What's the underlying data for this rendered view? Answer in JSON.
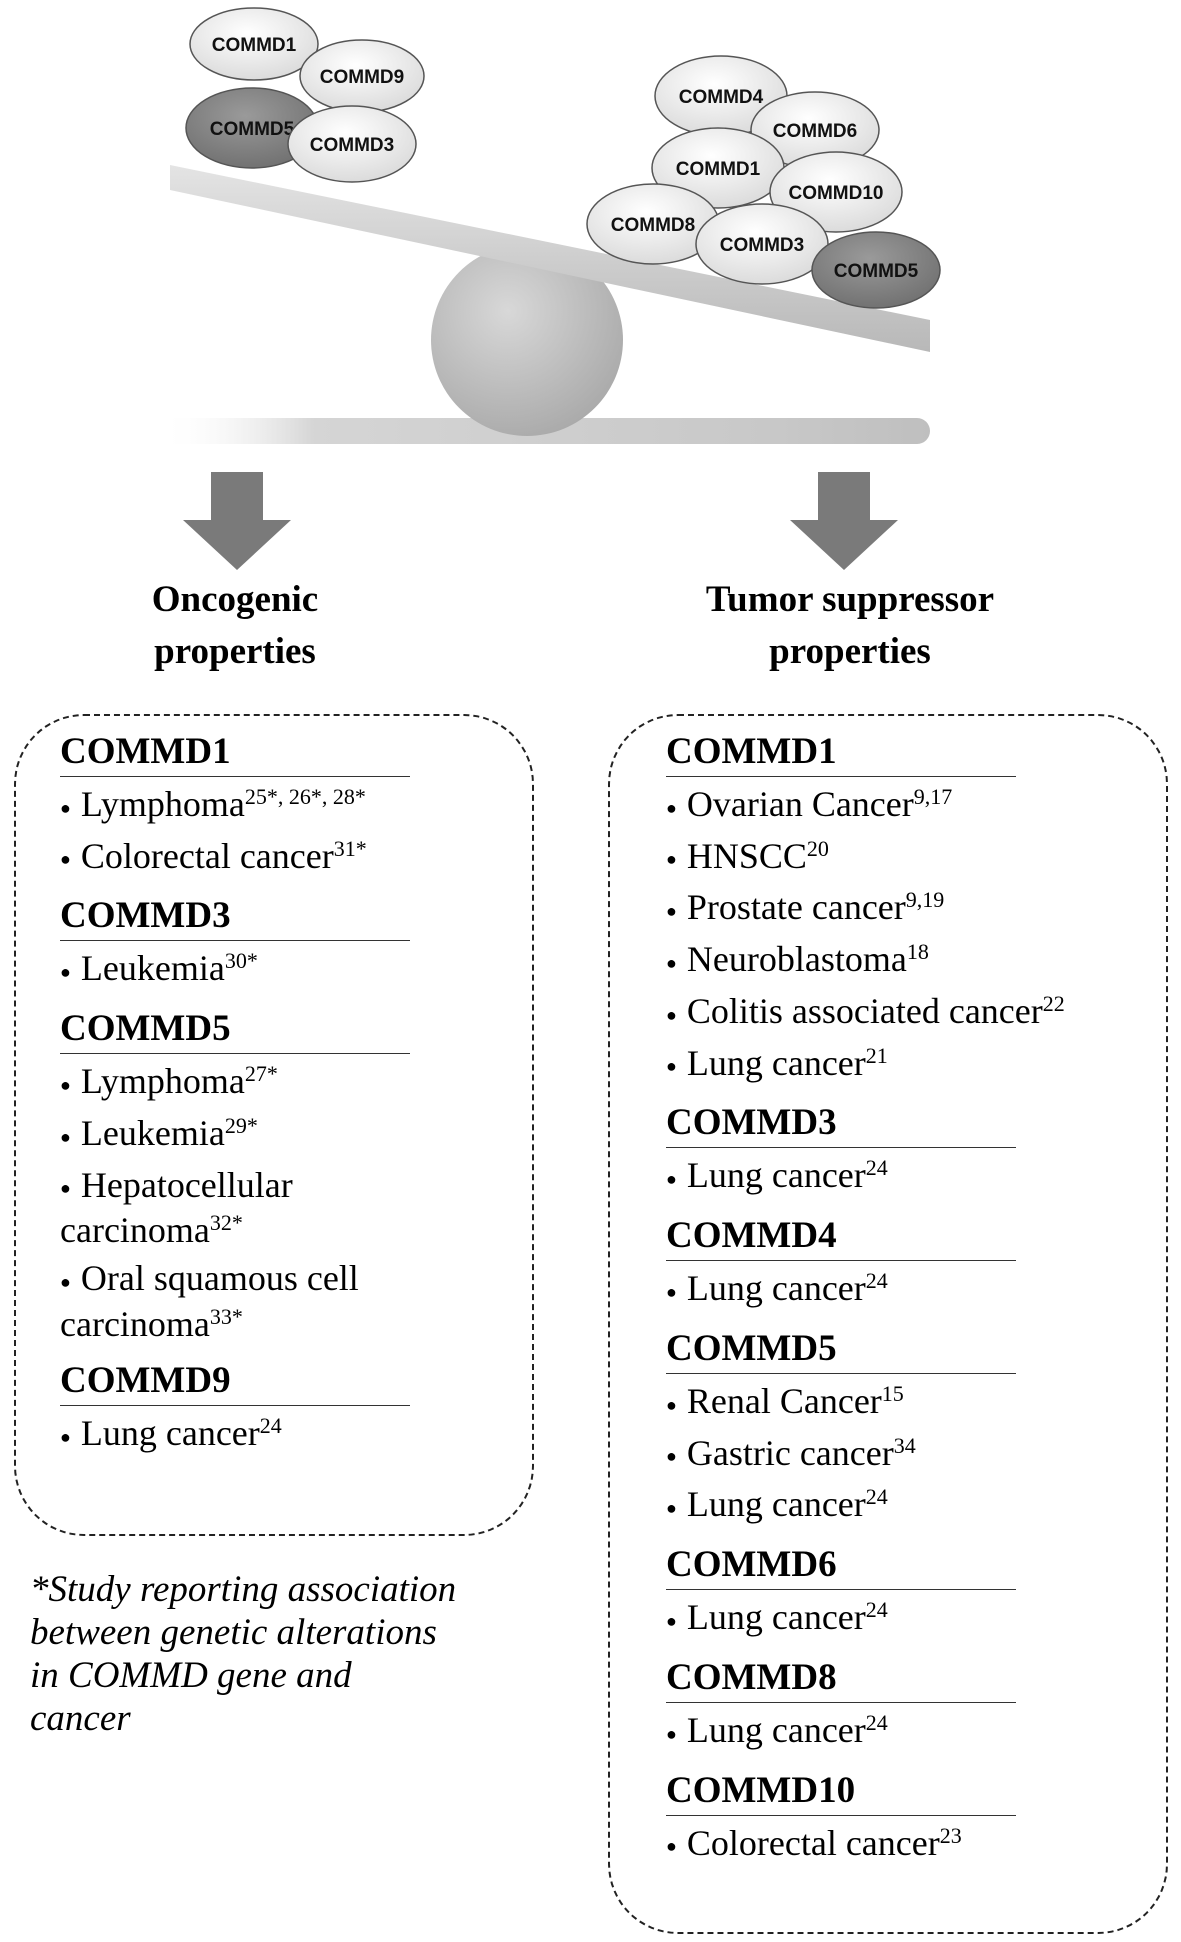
{
  "scale": {
    "left_bubbles": [
      {
        "label": "COMMD1",
        "shade": "light"
      },
      {
        "label": "COMMD9",
        "shade": "light"
      },
      {
        "label": "COMMD5",
        "shade": "dark"
      },
      {
        "label": "COMMD3",
        "shade": "light"
      }
    ],
    "right_bubbles": [
      {
        "label": "COMMD4",
        "shade": "light"
      },
      {
        "label": "COMMD6",
        "shade": "light"
      },
      {
        "label": "COMMD1",
        "shade": "light"
      },
      {
        "label": "COMMD10",
        "shade": "light"
      },
      {
        "label": "COMMD8",
        "shade": "light"
      },
      {
        "label": "COMMD3",
        "shade": "light"
      },
      {
        "label": "COMMD5",
        "shade": "dark"
      }
    ]
  },
  "oncogenic": {
    "heading_line1": "Oncogenic",
    "heading_line2": "properties",
    "groups": [
      {
        "name": "COMMD1",
        "items": [
          {
            "text": "Lymphoma",
            "ref": "25*, 26*, 28*"
          },
          {
            "text": "Colorectal cancer",
            "ref": "31*"
          }
        ]
      },
      {
        "name": "COMMD3",
        "items": [
          {
            "text": "Leukemia",
            "ref": "30*"
          }
        ]
      },
      {
        "name": "COMMD5",
        "items": [
          {
            "text": "Lymphoma",
            "ref": "27*"
          },
          {
            "text": "Leukemia",
            "ref": "29*"
          },
          {
            "text": "Hepatocellular carcinoma",
            "ref": "32*"
          },
          {
            "text": "Oral squamous cell carcinoma",
            "ref": "33*"
          }
        ]
      },
      {
        "name": "COMMD9",
        "items": [
          {
            "text": "Lung cancer",
            "ref": "24"
          }
        ]
      }
    ]
  },
  "suppressor": {
    "heading_line1": "Tumor suppressor",
    "heading_line2": "properties",
    "groups": [
      {
        "name": "COMMD1",
        "items": [
          {
            "text": "Ovarian Cancer",
            "ref": "9,17"
          },
          {
            "text": "HNSCC",
            "ref": "20"
          },
          {
            "text": "Prostate cancer",
            "ref": "9,19"
          },
          {
            "text": "Neuroblastoma",
            "ref": "18"
          },
          {
            "text": "Colitis associated cancer",
            "ref": "22"
          },
          {
            "text": "Lung cancer",
            "ref": "21"
          }
        ]
      },
      {
        "name": "COMMD3",
        "items": [
          {
            "text": "Lung cancer",
            "ref": "24"
          }
        ]
      },
      {
        "name": "COMMD4",
        "items": [
          {
            "text": "Lung cancer",
            "ref": "24"
          }
        ]
      },
      {
        "name": "COMMD5",
        "items": [
          {
            "text": "Renal Cancer",
            "ref": "15"
          },
          {
            "text": "Gastric cancer",
            "ref": "34"
          },
          {
            "text": "Lung cancer",
            "ref": "24"
          }
        ]
      },
      {
        "name": "COMMD6",
        "items": [
          {
            "text": "Lung cancer",
            "ref": "24"
          }
        ]
      },
      {
        "name": "COMMD8",
        "items": [
          {
            "text": "Lung cancer",
            "ref": "24"
          }
        ]
      },
      {
        "name": "COMMD10",
        "items": [
          {
            "text": "Colorectal cancer",
            "ref": "23"
          }
        ]
      }
    ]
  },
  "footnote": {
    "line1": "*Study reporting association",
    "line2": "between genetic alterations",
    "line3": "in COMMD gene and",
    "line4": "cancer"
  }
}
